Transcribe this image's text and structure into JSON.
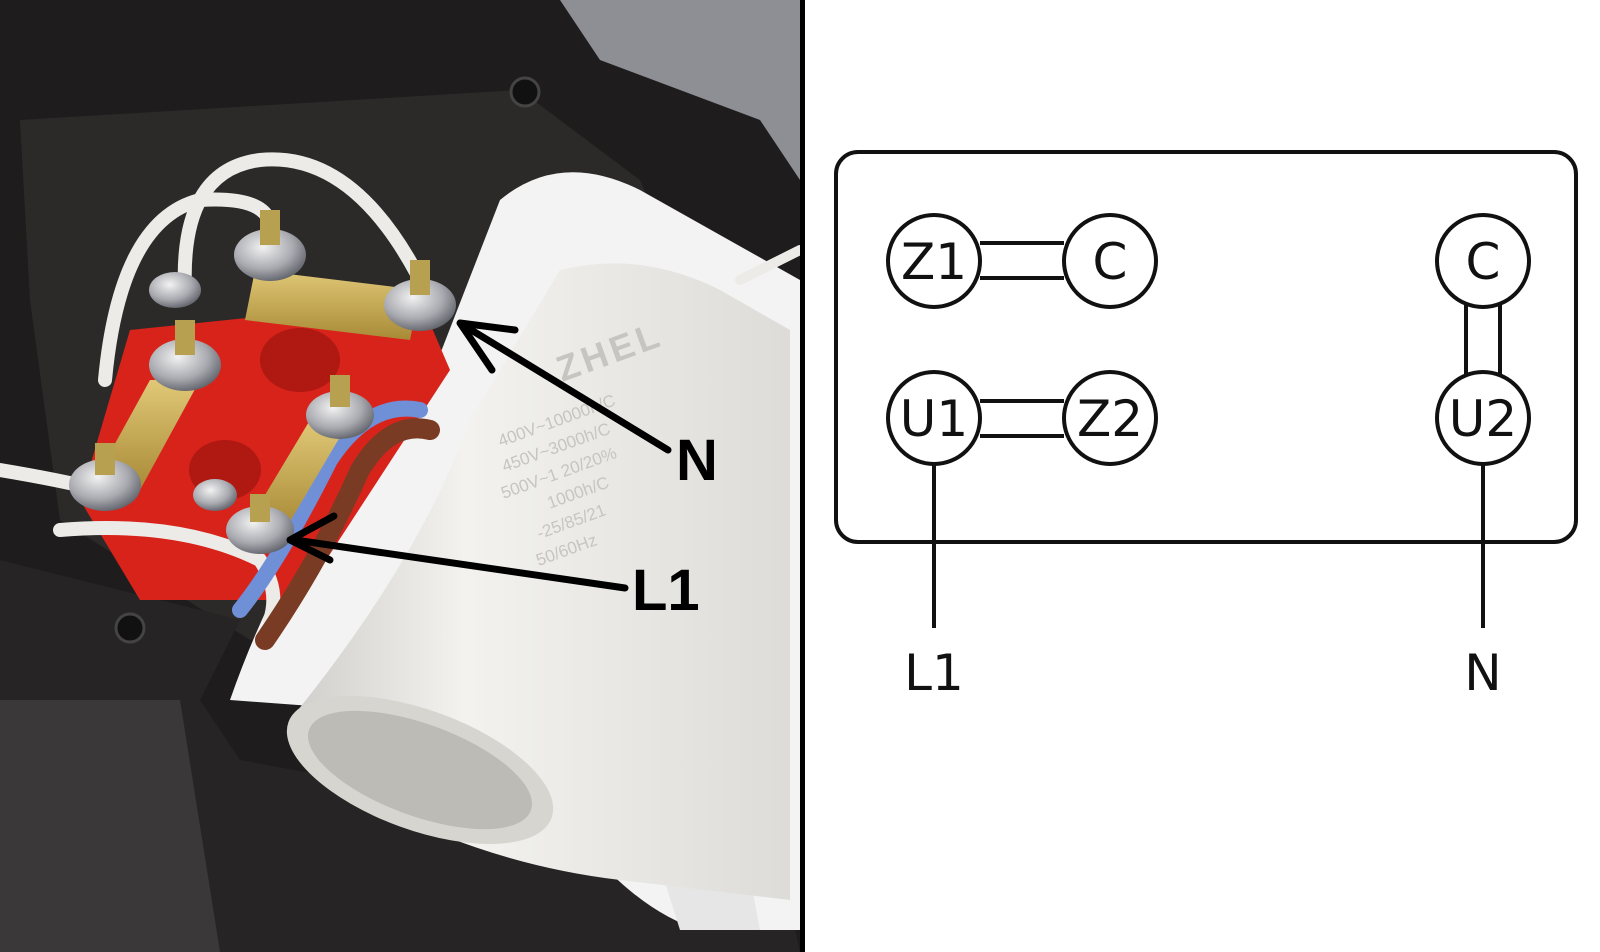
{
  "photo": {
    "capacitor_text": {
      "brand": "ZHEL",
      "line1": "400V~10000h/C",
      "line2": "450V~3000h/C",
      "line3": "500V~1 20/20%",
      "line4": "1000h/C",
      "line5": "-25/85/21",
      "line6": "50/60Hz"
    },
    "callouts": [
      {
        "label": "N"
      },
      {
        "label": "L1"
      }
    ],
    "colors": {
      "housing": "#1e1c1c",
      "terminal_block": "#d8231b",
      "brass_bridge": "#c9ad55",
      "capacitor": "#ecebe8",
      "foam": "#f3f3f3",
      "wire_blue": "#6f8fd6",
      "wire_brown": "#7a3b24"
    }
  },
  "diagram": {
    "terminals": [
      {
        "id": "Z1",
        "label": "Z1"
      },
      {
        "id": "C_left",
        "label": "C"
      },
      {
        "id": "U1",
        "label": "U1"
      },
      {
        "id": "Z2",
        "label": "Z2"
      },
      {
        "id": "C_right",
        "label": "C"
      },
      {
        "id": "U2",
        "label": "U2"
      }
    ],
    "bridges": [
      {
        "from": "Z1",
        "to": "C_left"
      },
      {
        "from": "U1",
        "to": "Z2"
      },
      {
        "from": "C_right",
        "to": "U2"
      }
    ],
    "leads": [
      {
        "terminal": "U1",
        "label": "L1"
      },
      {
        "terminal": "U2",
        "label": "N"
      }
    ],
    "colors": {
      "stroke": "#111111",
      "fill": "#ffffff"
    }
  }
}
